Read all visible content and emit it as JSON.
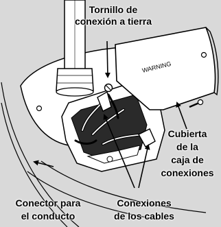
{
  "labels": {
    "ground_screw": [
      "Tornillo de",
      "conexión a tierra"
    ],
    "cover": [
      "Cubierta",
      "de la",
      "caja de",
      "conexiones"
    ],
    "conduit_connector": [
      "Conector para",
      "el conducto"
    ],
    "wire_connections": [
      "Conexiones",
      "de los cables"
    ]
  },
  "cover_stamp": "WARNING",
  "colors": {
    "ink": "#000000",
    "background": "#ffffff",
    "panel": "#d9d9d9"
  }
}
